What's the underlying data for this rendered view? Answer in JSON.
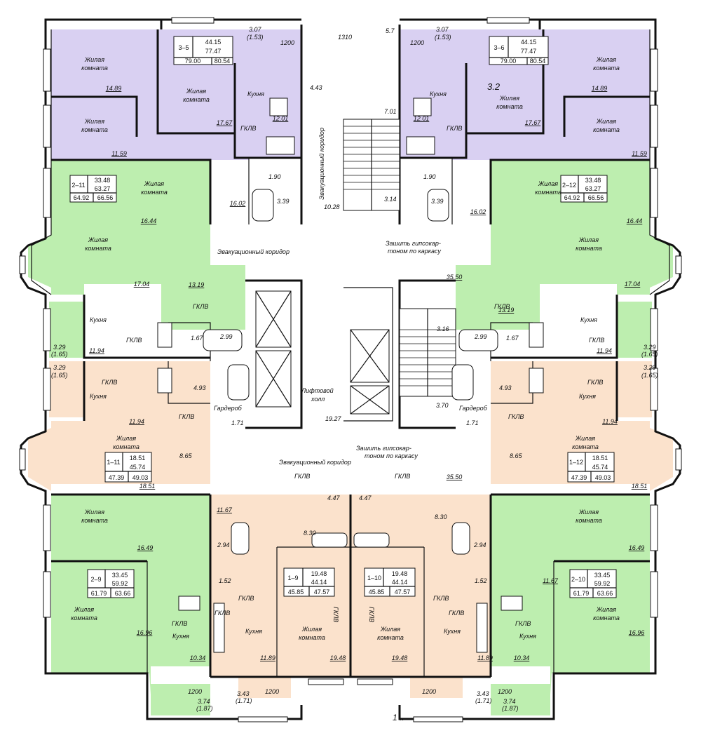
{
  "apartments": {
    "a35": {
      "id": "3–5",
      "v1": "44.15",
      "v2": "77.47",
      "v3": "79.00",
      "v4": "80.54"
    },
    "a36": {
      "id": "3–6",
      "v1": "44.15",
      "v2": "77.47",
      "v3": "79.00",
      "v4": "80.54"
    },
    "a211": {
      "id": "2–11",
      "v1": "33.48",
      "v2": "63.27",
      "v3": "64.92",
      "v4": "66.56"
    },
    "a212": {
      "id": "2–12",
      "v1": "33.48",
      "v2": "63.27",
      "v3": "64.92",
      "v4": "66.56"
    },
    "a111": {
      "id": "1–11",
      "v1": "18.51",
      "v2": "45.74",
      "v3": "47.39",
      "v4": "49.03"
    },
    "a112": {
      "id": "1–12",
      "v1": "18.51",
      "v2": "45.74",
      "v3": "47.39",
      "v4": "49.03"
    },
    "a29": {
      "id": "2–9",
      "v1": "33.45",
      "v2": "59.92",
      "v3": "61.79",
      "v4": "63.66"
    },
    "a210": {
      "id": "2–10",
      "v1": "33.45",
      "v2": "59.92",
      "v3": "61.79",
      "v4": "63.66"
    },
    "a19": {
      "id": "1–9",
      "v1": "19.48",
      "v2": "44.14",
      "v3": "45.85",
      "v4": "47.57"
    },
    "a110": {
      "id": "1–10",
      "v1": "19.48",
      "v2": "44.14",
      "v3": "45.85",
      "v4": "47.57"
    }
  },
  "labels": {
    "living": "Жилая",
    "room": "комната",
    "kitchen": "Кухня",
    "gklv": "ГКЛВ",
    "wardrobe": "Гардероб",
    "evac_corridor": "Эвакуационный коридор",
    "lift_hall_1": "Лифтовой",
    "lift_hall_2": "холл",
    "sheath_1": "Зашить гипсокар-",
    "sheath_2": "тоном по каркасу",
    "section_mark": "3.2",
    "footer_mark": "1 .."
  },
  "dims": {
    "d1310": "1310",
    "d57": "5.7",
    "d1200": "1200",
    "b307": "3.07",
    "b153": "(1.53)",
    "d1489": "14.89",
    "d1767": "17.67",
    "d1159": "11.59",
    "d1201": "12.01",
    "d443": "4.43",
    "d701": "7.01",
    "d190": "1.90",
    "d339": "3.39",
    "d314": "3.14",
    "d1602": "16.02",
    "d1028": "10.28",
    "d1644": "16.44",
    "d1704": "17.04",
    "d1319": "13.19",
    "d3550": "35.50",
    "d316": "3.16",
    "d167": "1.67",
    "d299": "2.99",
    "b329": "3.29",
    "b165": "(1.65)",
    "d1194": "11.94",
    "d493": "4.93",
    "d370": "3.70",
    "d171": "1.71",
    "d1927": "19.27",
    "d865": "8.65",
    "d1851": "18.51",
    "d447": "4.47",
    "d830": "8.30",
    "d1167": "11.67",
    "d294": "2.94",
    "d1649": "16.49",
    "d152": "1.52",
    "d1696": "16.96",
    "d1034": "10.34",
    "d1189": "11.89",
    "d1948": "19.48",
    "b343": "3.43",
    "b171": "(1.71)",
    "b374": "3.74",
    "b187": "(1.87)"
  }
}
